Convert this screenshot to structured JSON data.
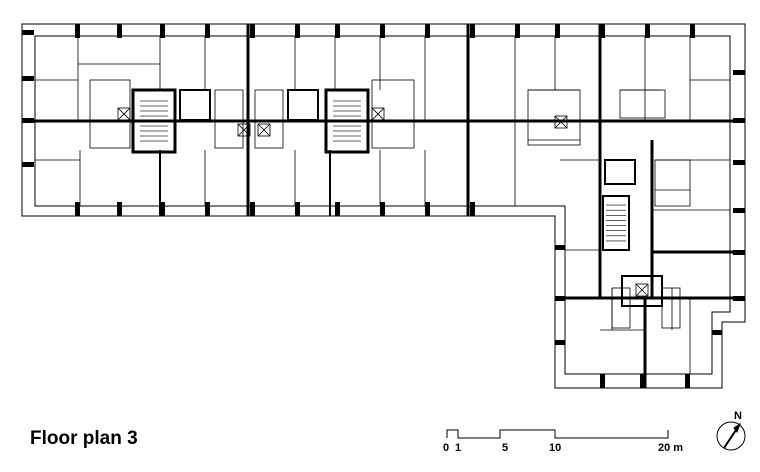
{
  "caption": "Floor plan 3",
  "scale_bar": {
    "ticks": [
      "0",
      "1",
      "5",
      "10",
      "20 m"
    ]
  },
  "north_arrow": "N"
}
